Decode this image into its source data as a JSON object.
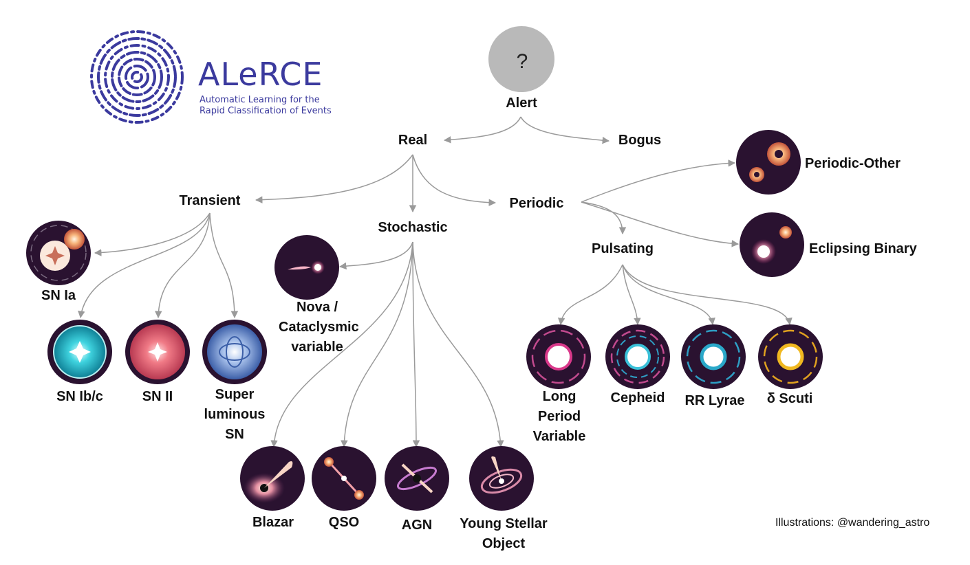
{
  "logo": {
    "title": "ALeRCE",
    "subtitle_line1": "Automatic Learning for the",
    "subtitle_line2": "Rapid Classification of Events"
  },
  "root": {
    "symbol": "?",
    "label": "Alert"
  },
  "level1": {
    "real": "Real",
    "bogus": "Bogus"
  },
  "level2": {
    "transient": "Transient",
    "stochastic": "Stochastic",
    "periodic": "Periodic"
  },
  "transient_classes": {
    "sn_ia": "SN Ia",
    "sn_ibc": "SN Ib/c",
    "sn_ii": "SN II",
    "slsn": "Super luminous SN"
  },
  "stochastic_classes": {
    "nova": "Nova / Cataclysmic variable",
    "blazar": "Blazar",
    "qso": "QSO",
    "agn": "AGN",
    "yso": "Young Stellar Object"
  },
  "periodic_classes": {
    "periodic_other": "Periodic-Other",
    "eclipsing_binary": "Eclipsing Binary",
    "pulsating": "Pulsating"
  },
  "pulsating_classes": {
    "lpv": "Long Period Variable",
    "cepheid": "Cepheid",
    "rr_lyrae": "RR Lyrae",
    "delta_scuti": "δ Scuti"
  },
  "credit": "Illustrations: @wandering_astro",
  "colors": {
    "brand": "#3b3a9e",
    "arrow": "#9a9a9a",
    "icon_bg": "#2a1230",
    "root_circle": "#b9b9b9"
  }
}
